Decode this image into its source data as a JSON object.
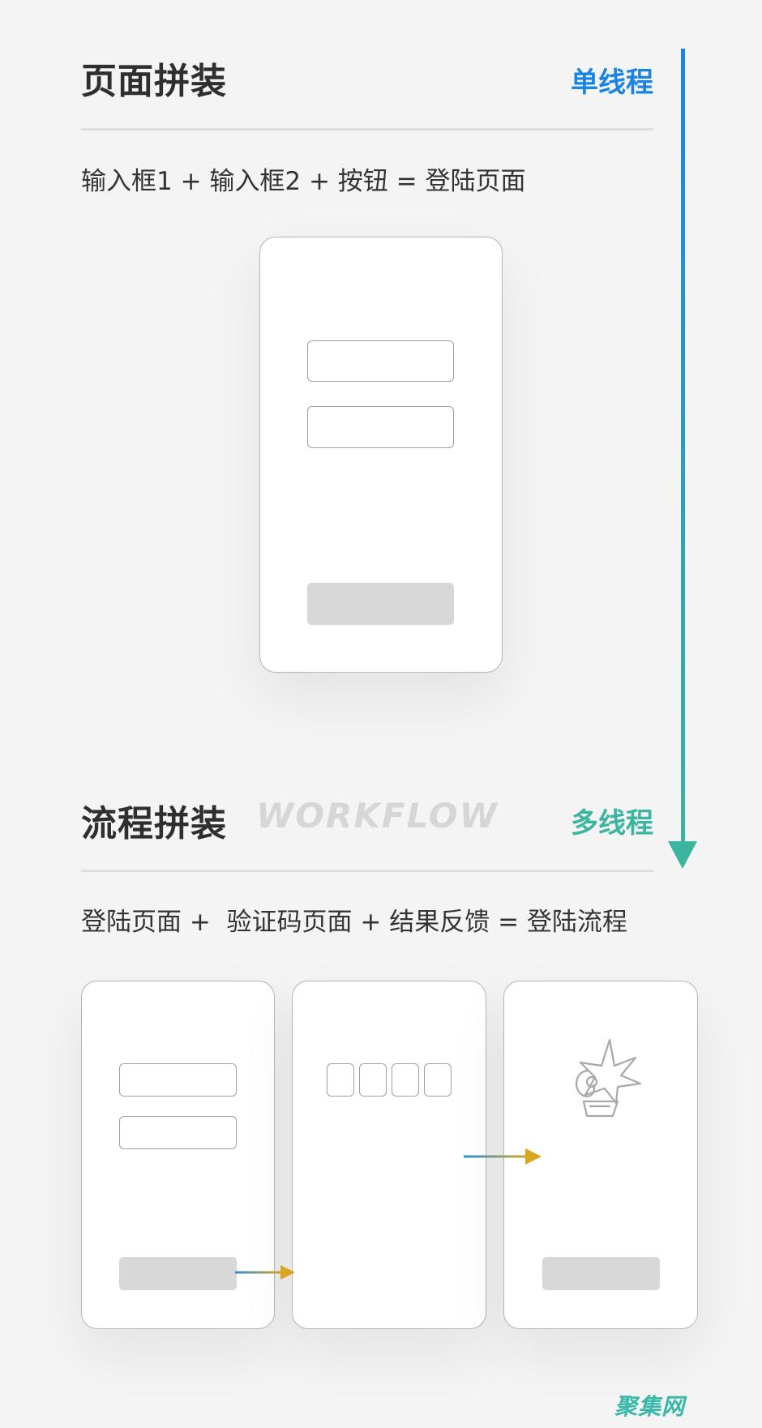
{
  "section1": {
    "title": "页面拼装",
    "thread_label": "单线程",
    "formula": "输入框1 + 输入框2 + 按钮 = 登陆页面"
  },
  "section2": {
    "title": "流程拼装",
    "title_en": "WORKFLOW",
    "thread_label": "多线程",
    "formula": "登陆页面 +  验证码页面 + 结果反馈 = 登陆流程"
  },
  "flow_screens": [
    "login-page",
    "verification-code-page",
    "result-feedback-page"
  ],
  "icons": {
    "result": "party-popper-icon",
    "flow_arrow": "arrow-right-icon",
    "timeline_arrow": "arrow-down-icon"
  },
  "colors": {
    "blue": "#1a84e6",
    "teal": "#3bb5a0",
    "arrow_gold": "#d9a61f",
    "arrow_blue": "#2c8fd6"
  },
  "watermark": "聚集网"
}
